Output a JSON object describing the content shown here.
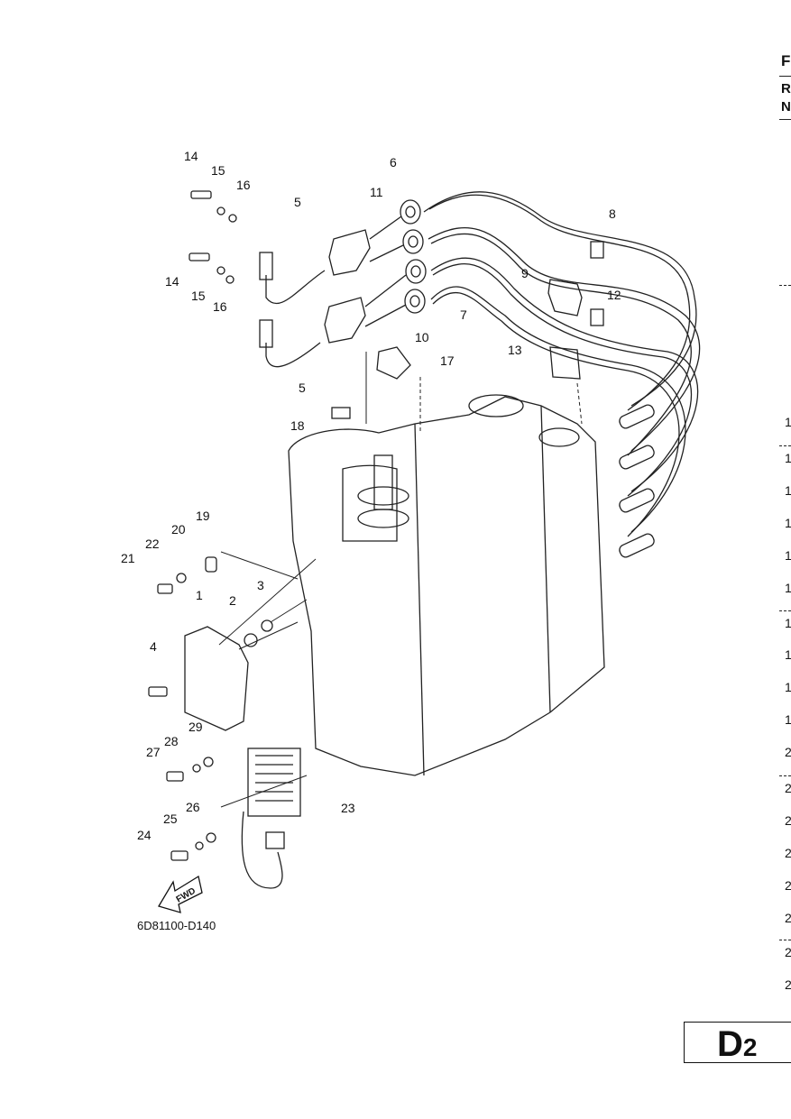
{
  "diagram_code": "6D81100-D140",
  "fwd_label": "FWD",
  "page_label": {
    "letter": "D",
    "number": "2"
  },
  "header_cut": [
    "F",
    "R",
    "N"
  ],
  "row_labels_cut": [
    "1",
    "1",
    "1",
    "1",
    "1",
    "1",
    "1",
    "1",
    "1",
    "1",
    "2",
    "2",
    "2",
    "2",
    "2",
    "2",
    "2",
    "2"
  ],
  "callouts": [
    "14",
    "15",
    "16",
    "5",
    "6",
    "11",
    "8",
    "9",
    "12",
    "7",
    "10",
    "13",
    "17",
    "18",
    "14",
    "15",
    "16",
    "5",
    "19",
    "20",
    "22",
    "21",
    "1",
    "2",
    "3",
    "4",
    "29",
    "28",
    "27",
    "23",
    "26",
    "25",
    "24"
  ]
}
